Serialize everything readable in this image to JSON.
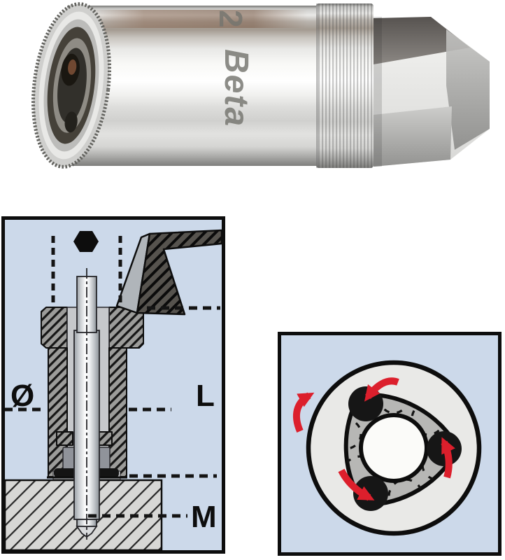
{
  "photo": {
    "engraving_number": "2",
    "engraving_brand": "Beta"
  },
  "cross_section": {
    "label_diameter": "Ø",
    "label_length": "L",
    "label_thread": "M"
  },
  "roller_mechanism": {
    "roller_count": 3,
    "rotation_arrow_count": 4
  },
  "colors": {
    "diagram_background": "#ccd9ea",
    "outline_black": "#0d0d0d",
    "arrow_red": "#dc1f2c",
    "chrome_light": "#e9e9e7",
    "cam_gray": "#b7b7b5",
    "roller_black": "#161616"
  }
}
